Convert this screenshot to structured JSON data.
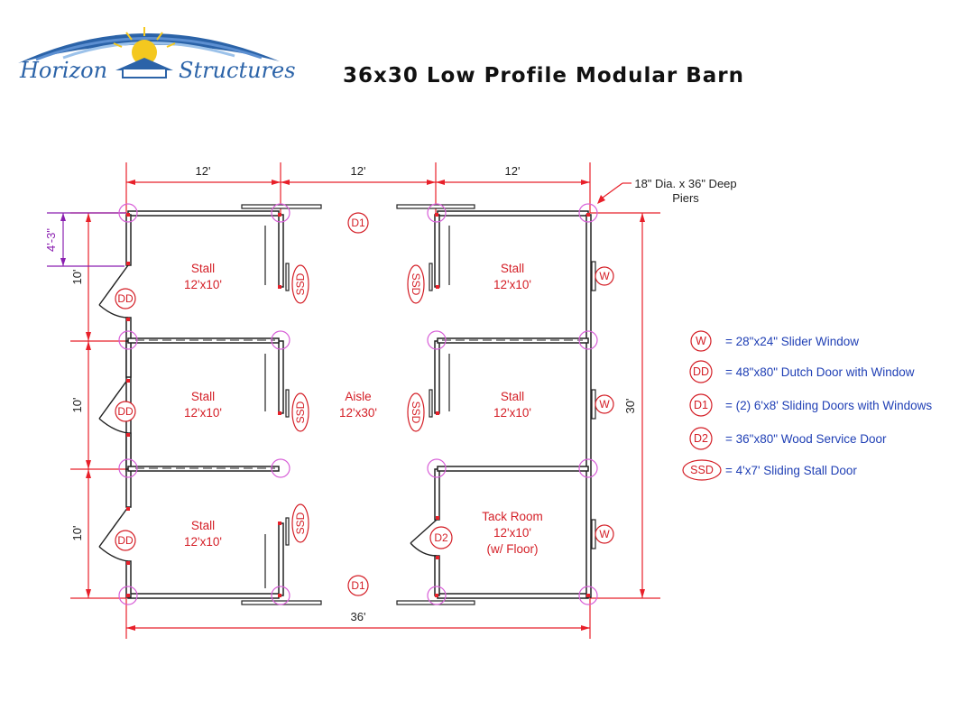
{
  "title": "36x30 Low Profile Modular Barn",
  "logo": {
    "left_word": "Horizon",
    "right_word": "Structures"
  },
  "dimensions": {
    "top": [
      "12'",
      "12'",
      "12'"
    ],
    "bottom": "36'",
    "right": "30'",
    "left": [
      "10'",
      "10'",
      "10'"
    ],
    "door_offset": "4'-3\""
  },
  "pier_note": {
    "line1": "18\" Dia. x 36\" Deep",
    "line2": "Piers"
  },
  "rooms": [
    {
      "name": "Stall",
      "size": "12'x10'"
    },
    {
      "name": "Stall",
      "size": "12'x10'"
    },
    {
      "name": "Stall",
      "size": "12'x10'"
    },
    {
      "name": "Stall",
      "size": "12'x10'"
    },
    {
      "name": "Stall",
      "size": "12'x10'"
    },
    {
      "name": "Aisle",
      "size": "12'x30'"
    },
    {
      "name": "Tack Room",
      "size": "12'x10'",
      "note": "(w/ Floor)"
    }
  ],
  "tags": {
    "w": "W",
    "dd": "DD",
    "d1": "D1",
    "d2": "D2",
    "ssd": "SSD"
  },
  "legend": [
    {
      "code": "W",
      "text": "= 28\"x24\" Slider Window"
    },
    {
      "code": "DD",
      "text": "= 48\"x80\" Dutch Door with Window"
    },
    {
      "code": "D1",
      "text": "= (2) 6'x8' Sliding Doors with Windows"
    },
    {
      "code": "D2",
      "text": "= 36\"x80\" Wood Service Door"
    },
    {
      "code": "SSD",
      "text": "= 4'x7' Sliding Stall Door"
    }
  ],
  "colors": {
    "dimension": "#e8202a",
    "label": "#d41e26",
    "legend_text": "#1f3fb5",
    "pier": "#d860d8",
    "wall": "#222222",
    "offset": "#8a1fb0",
    "logo_blue": "#2b63a8"
  }
}
